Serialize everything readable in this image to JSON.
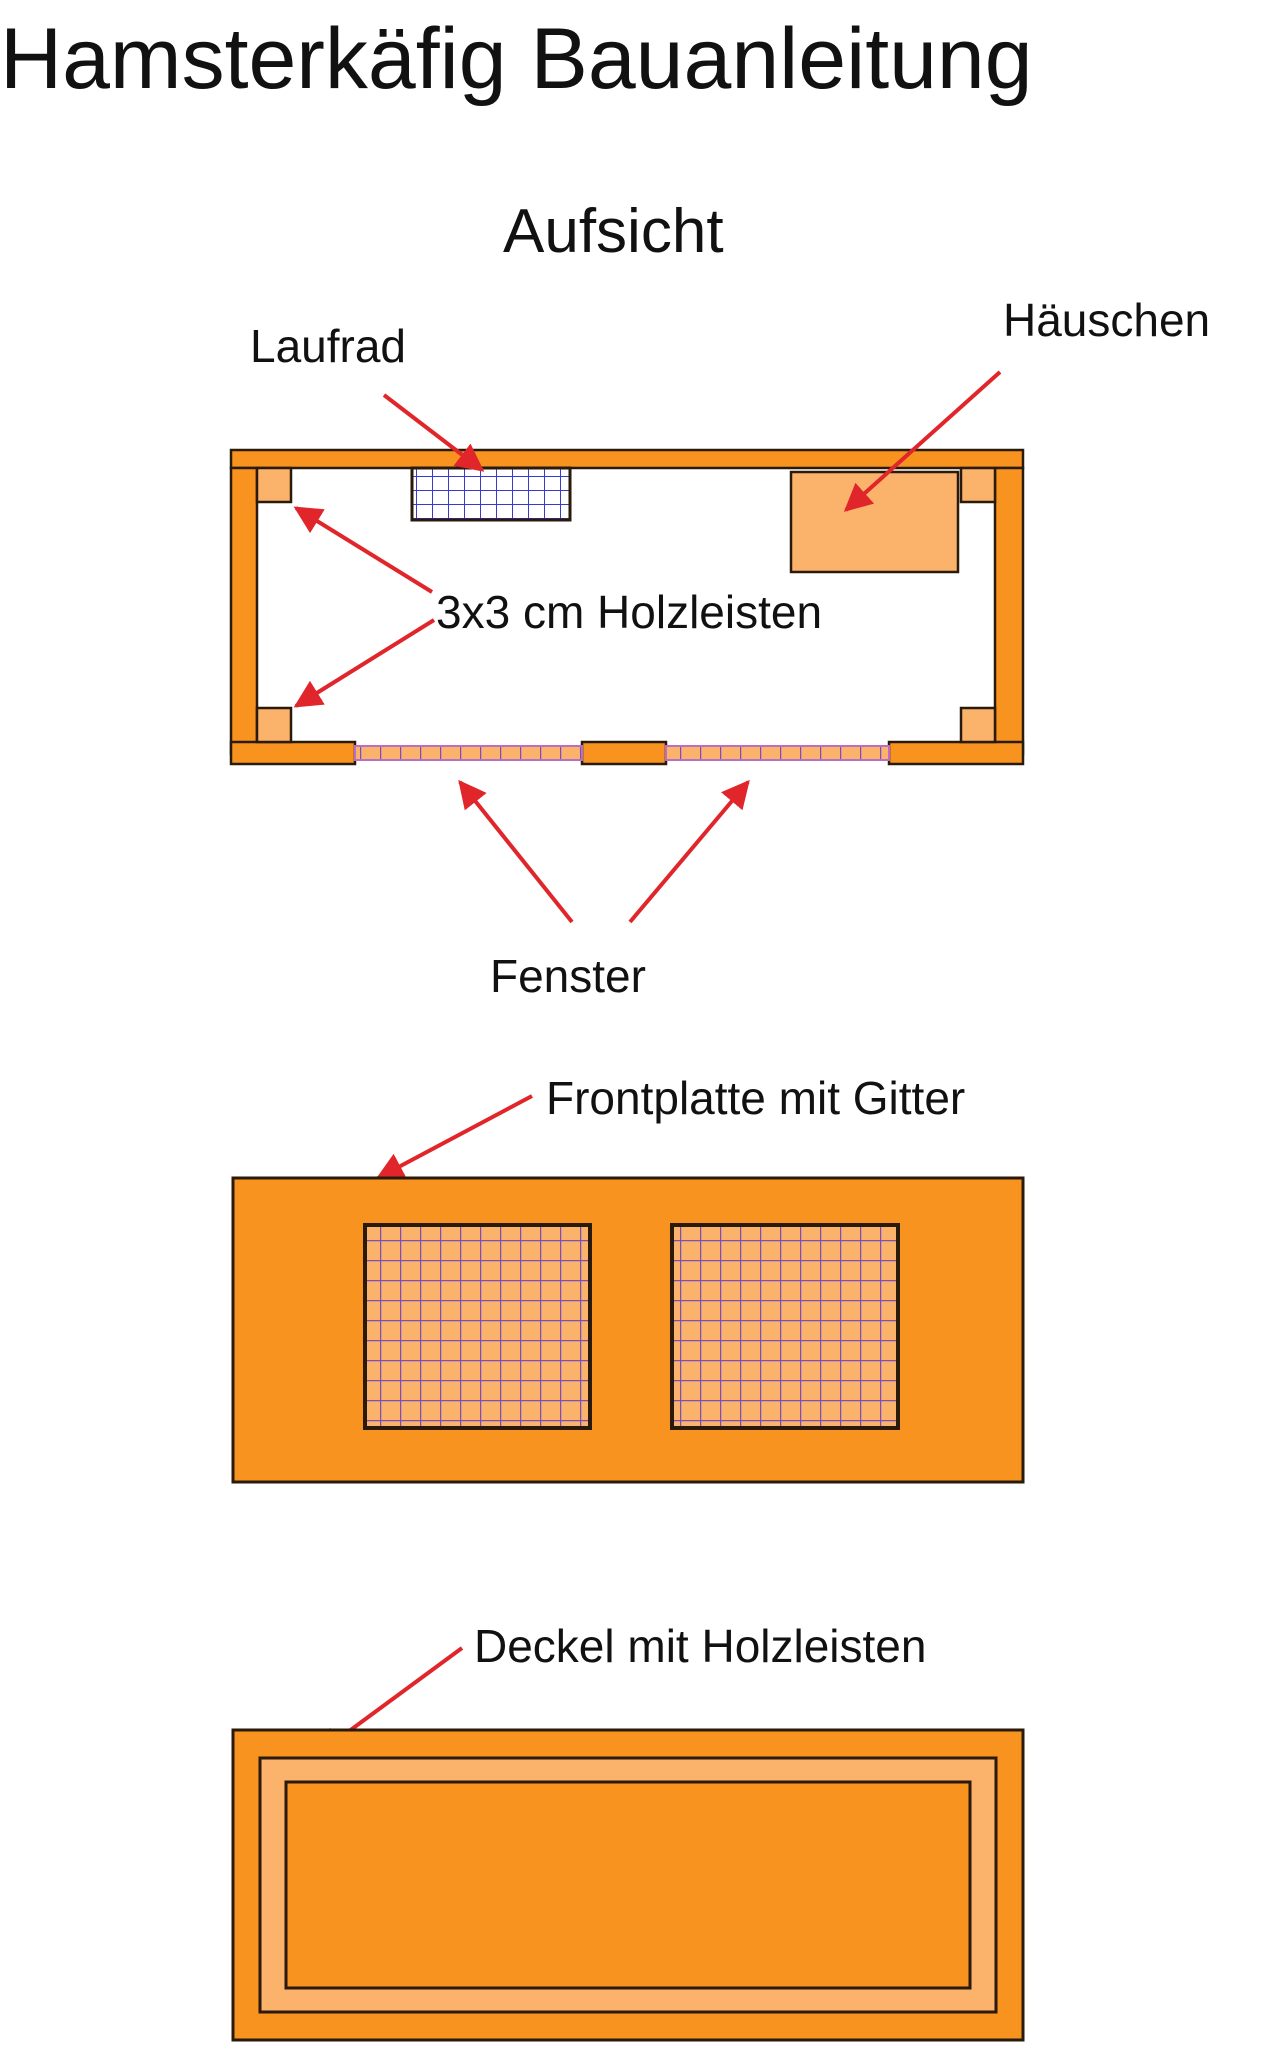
{
  "title": "Hamsterkäfig Bauanleitung",
  "top_view": {
    "heading": "Aufsicht",
    "label_wheel": "Laufrad",
    "label_house": "Häuschen",
    "label_battens": "3x3 cm Holzleisten",
    "label_windows": "Fenster"
  },
  "front_panel": {
    "label": "Frontplatte mit Gitter"
  },
  "lid": {
    "label": "Deckel mit Holzleisten"
  },
  "colors": {
    "wood": "#f7931e",
    "wood_light": "#fbb26b",
    "outline": "#2a1a0a",
    "grid": "#7b4fb8",
    "wheel_grid": "#3a3ad0",
    "arrow": "#e0262b",
    "window_edge": "#b86ec8"
  }
}
